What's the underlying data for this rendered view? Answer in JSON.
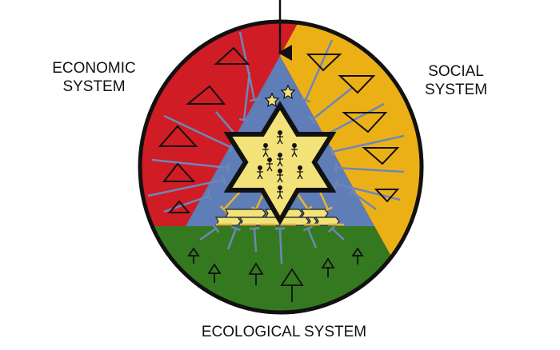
{
  "labels": {
    "economic_line1": "ECONOMIC",
    "economic_line2": "SYSTEM",
    "social_line1": "SOCIAL",
    "social_line2": "SYSTEM",
    "ecological": "ECOLOGICAL SYSTEM"
  },
  "colors": {
    "economic": "#d01c25",
    "social": "#ecb017",
    "ecological": "#34791f",
    "core": "#5f7db6",
    "star": "#f3e27a",
    "spoke": "#6f86b8",
    "spoke_inner": "#e6b52a"
  }
}
